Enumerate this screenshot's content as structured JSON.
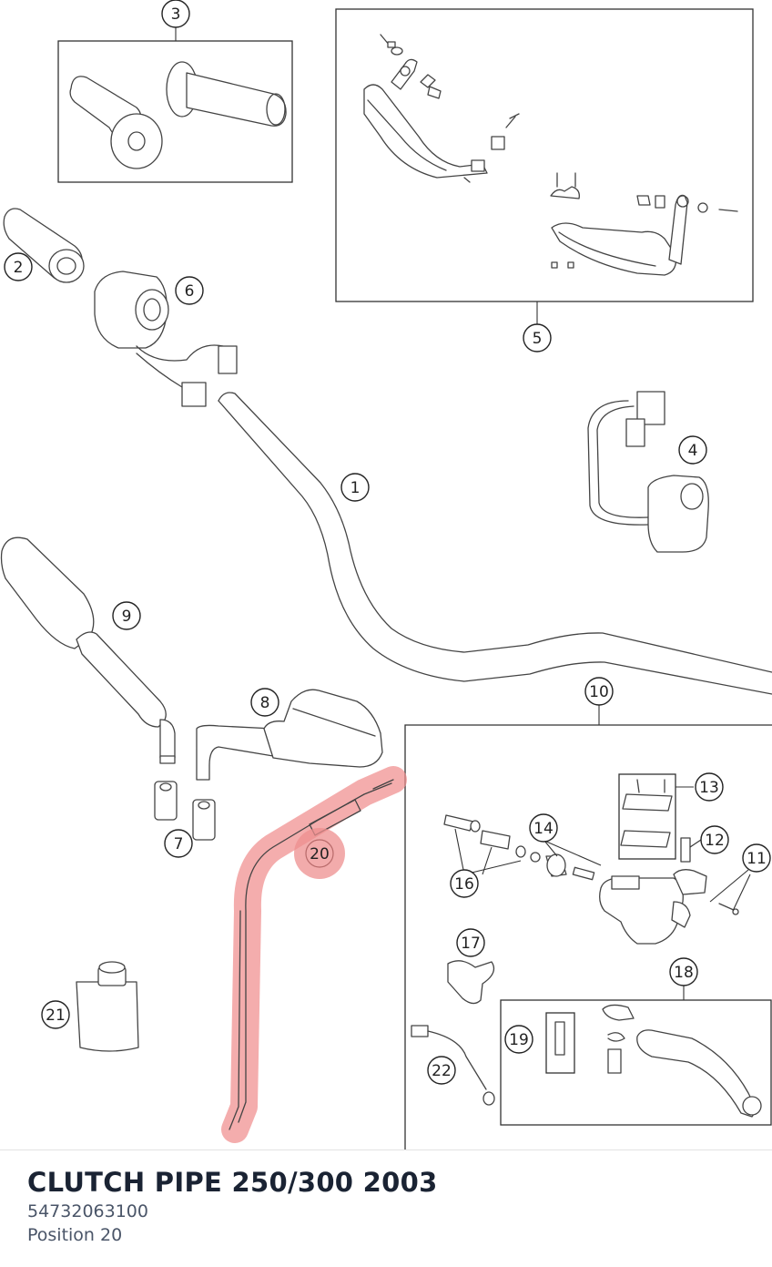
{
  "part": {
    "title": "CLUTCH PIPE 250/300 2003",
    "number": "54732063100",
    "position": "Position 20"
  },
  "callouts": [
    "1",
    "2",
    "3",
    "4",
    "5",
    "6",
    "7",
    "8",
    "9",
    "10",
    "11",
    "12",
    "13",
    "14",
    "16",
    "17",
    "18",
    "19",
    "20",
    "21",
    "22"
  ],
  "colors": {
    "highlight": "#f08a8a",
    "highlight_badge": "#ee8f8f",
    "title": "#1a2333",
    "subtext": "#4a5568"
  }
}
